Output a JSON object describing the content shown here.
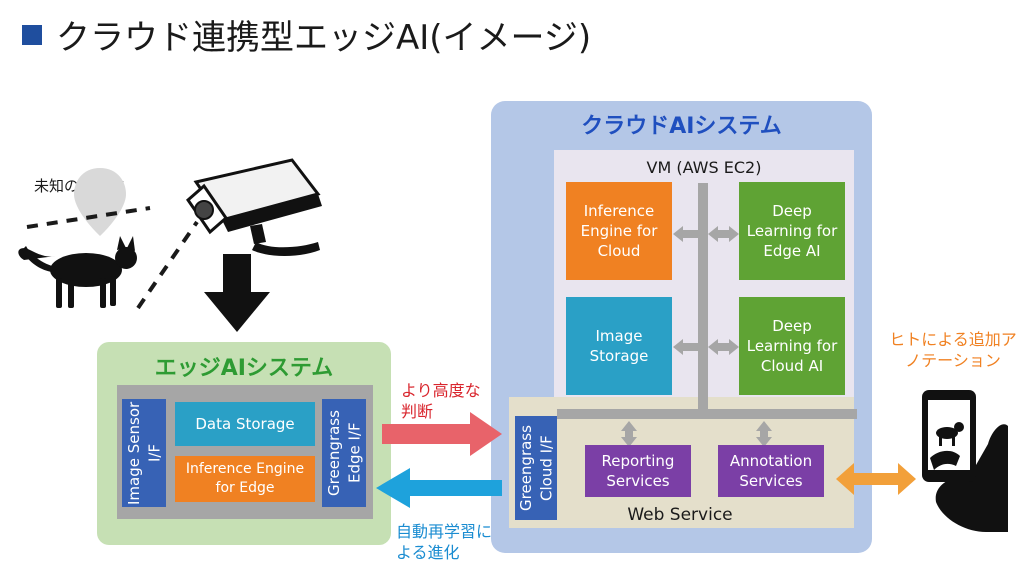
{
  "title": "クラウド連携型エッジAI(イメージ)",
  "unknown_object_label": "未知の対象物",
  "edge_system": {
    "title": "エッジAIシステム",
    "image_sensor_if": "Image Sensor I/F",
    "data_storage": "Data Storage",
    "inference_engine": "Inference Engine for Edge",
    "greengrass_edge_if": "Greengrass Edge I/F"
  },
  "cloud_system": {
    "title": "クラウドAIシステム",
    "vm_label": "VM (AWS EC2)",
    "inference_engine": "Inference Engine for Cloud",
    "deep_learning_edge": "Deep Learning for Edge AI",
    "image_storage": "Image Storage",
    "deep_learning_cloud": "Deep Learning for Cloud AI",
    "greengrass_cloud_if": "Greengrass Cloud I/F",
    "reporting_services": "Reporting Services",
    "annotation_services": "Annotation Services",
    "web_service": "Web Service"
  },
  "flows": {
    "to_cloud": "より高度な判断",
    "to_edge": "自動再学習による進化",
    "human_annotation": "ヒトによる追加アノテーション"
  },
  "colors": {
    "title_square": "#1f4e9e",
    "edge_panel": "#c6e0b4",
    "edge_title": "#2e9b33",
    "cloud_panel": "#b4c7e7",
    "cloud_title": "#1f4fbf",
    "orange": "#f08122",
    "green": "#5fa334",
    "teal": "#2aa0c6",
    "purple": "#7b3fa6",
    "blue": "#3762b5",
    "red_arrow": "#e8636a",
    "cyan_arrow": "#1ea2dc"
  }
}
